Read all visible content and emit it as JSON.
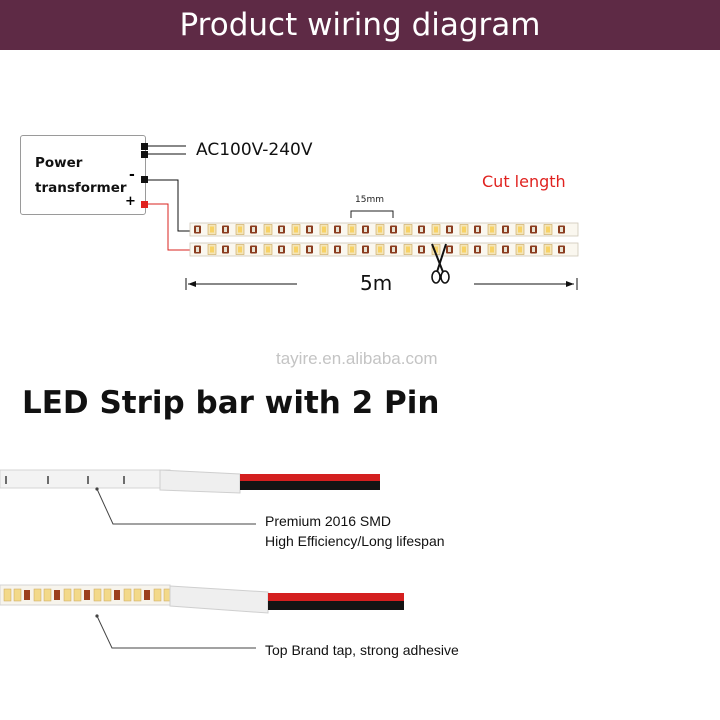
{
  "header": {
    "title": "Product wiring diagram"
  },
  "power_supply": {
    "line1": "Power",
    "line2": "transformer",
    "minus": "-",
    "plus": "+"
  },
  "input_label": "AC100V-240V",
  "cut_label": "Cut length",
  "segment_label": "15mm",
  "length_label": "5m",
  "watermark": "tayire.en.alibaba.com",
  "section_title": "LED Strip bar with 2 Pin",
  "callouts": [
    {
      "line1": "Premium 2016 SMD",
      "line2": "High Efficiency/Long lifespan"
    },
    {
      "line1": "Top Brand tap, strong adhesive"
    }
  ],
  "colors": {
    "header_bg": "#5e2a45",
    "cut_red": "#e0221f",
    "wire_red": "#d9231f",
    "wire_black": "#111111"
  }
}
